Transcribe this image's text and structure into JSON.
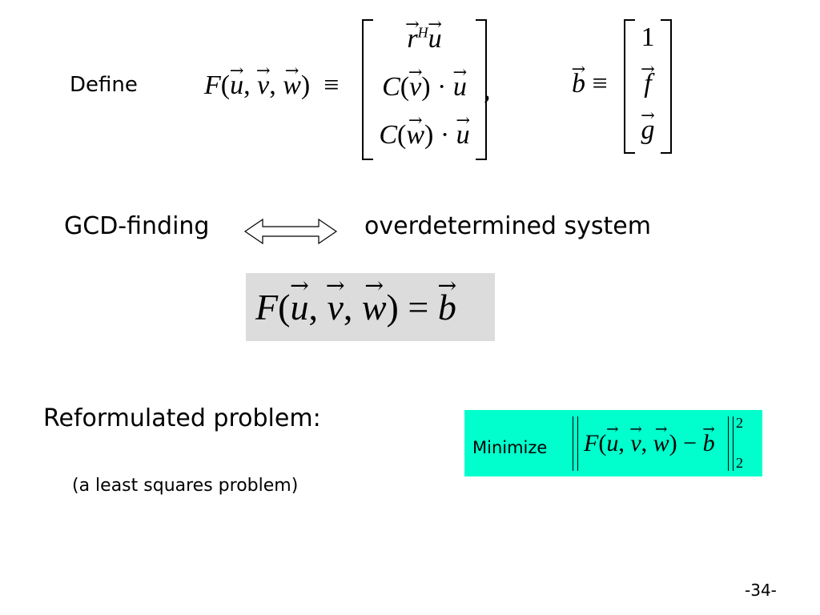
{
  "define_label": "Define",
  "def_F": {
    "lhs_F": "F",
    "open_paren": "(",
    "u": "u",
    "v": "v",
    "w": "w",
    "comma": ",",
    "close_paren": ")",
    "equiv": "≡",
    "matrix": {
      "row1": {
        "r": "r",
        "superscript": "H",
        "u": "u"
      },
      "row2": {
        "C": "C",
        "v": "v",
        "dot": "·",
        "u": "u"
      },
      "row3": {
        "C": "C",
        "w": "w",
        "dot": "·",
        "u": "u"
      }
    },
    "trailing_comma": ","
  },
  "def_b": {
    "b": "b",
    "equiv": "≡",
    "matrix": [
      "1",
      "f",
      "g"
    ]
  },
  "gcd_label": "GCD-finding",
  "overdetermined_label": "overdetermined system",
  "equation": {
    "F": "F",
    "u": "u",
    "v": "v",
    "w": "w",
    "equals": "=",
    "b": "b"
  },
  "reformulated_label": "Reformulated problem:",
  "minimize_label": "Minimize",
  "norm_expr": {
    "F": "F",
    "u": "u",
    "v": "v",
    "w": "w",
    "minus": "−",
    "b": "b",
    "sup": "2",
    "sub": "2"
  },
  "least_squares_label": "(a least squares problem)",
  "page_number": "-34-",
  "colors": {
    "equation_box": "#dcdcdc",
    "minimize_box": "#00ffcc"
  }
}
